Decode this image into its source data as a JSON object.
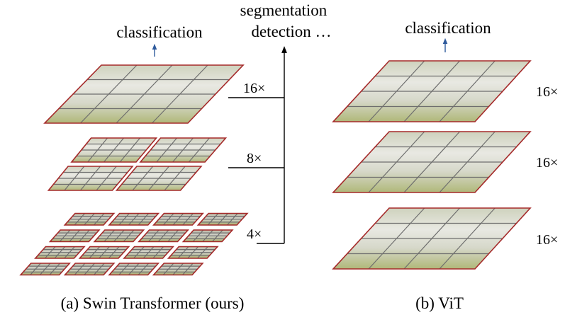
{
  "swin": {
    "top_label": "classification",
    "side_label_line1": "segmentation",
    "side_label_line2": "detection …",
    "scales": {
      "high": "16×",
      "mid": "8×",
      "low": "4×"
    },
    "caption": "(a) Swin Transformer (ours)"
  },
  "vit": {
    "top_label": "classification",
    "scales": {
      "top": "16×",
      "middle": "16×",
      "bottom": "16×"
    },
    "caption": "(b) ViT"
  },
  "colors": {
    "frame_border": "#a52a2a",
    "grid_line": "#6e6e6e",
    "arrow_up": "#2e5a9c",
    "connector": "#000000",
    "text": "#000000"
  }
}
